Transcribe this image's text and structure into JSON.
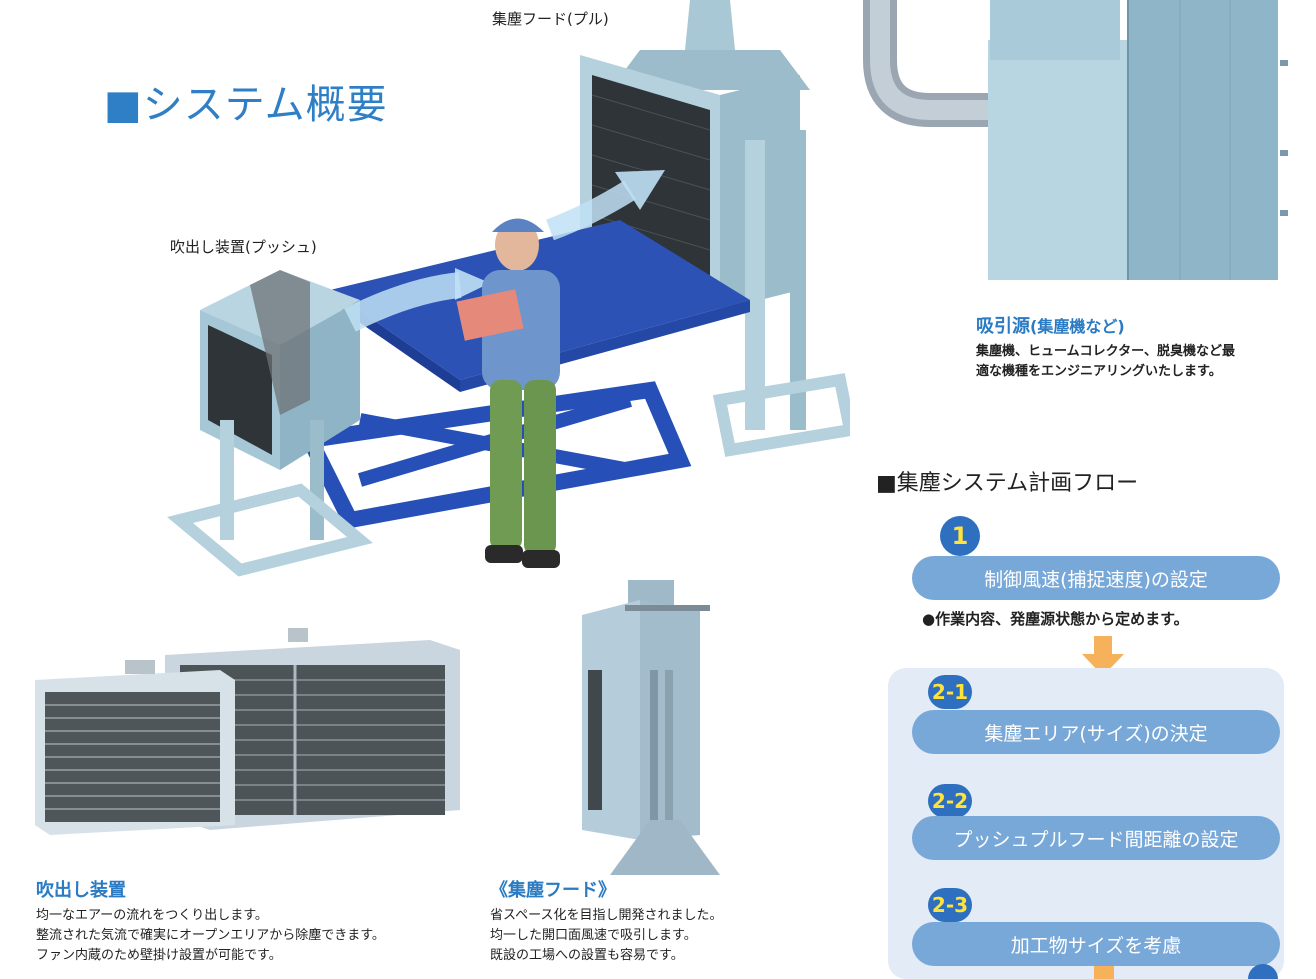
{
  "page": {
    "title": "■システム概要"
  },
  "illustration": {
    "hood_label": "集塵フード(プル)",
    "push_label": "吹出し装置(プッシュ)"
  },
  "source": {
    "title": "吸引源",
    "title_sub": "(集塵機など)",
    "lines": [
      "集塵機、ヒュームコレクター、脱臭機など最",
      "適な機種をエンジニアリングいたします。"
    ]
  },
  "push_unit": {
    "title": "吹出し装置",
    "lines": [
      "均一なエアーの流れをつくり出します。",
      "整流された気流で確実にオープンエリアから除塵できます。",
      "ファン内蔵のため壁掛け設置が可能です。"
    ]
  },
  "hood_unit": {
    "title": "《集塵フード》",
    "lines": [
      "省スペース化を目指し開発されました。",
      "均一した開口面風速で吸引します。",
      "既設の工場への設置も容易です。"
    ]
  },
  "flow": {
    "heading": "■集塵システム計画フロー",
    "step1": {
      "num": "1",
      "label": "制御風速(捕捉速度)の設定",
      "note": "●作業内容、発塵源状態から定めます。"
    },
    "step2_1": {
      "num": "2-1",
      "label": "集塵エリア(サイズ)の決定"
    },
    "step2_2": {
      "num": "2-2",
      "label": "プッシュプルフード間距離の設定"
    },
    "step2_3": {
      "num": "2-3",
      "label": "加工物サイズを考慮"
    }
  },
  "colors": {
    "accent": "#2f7fc6",
    "pill": "#78a8d8",
    "number_badge": "#2f6fc0",
    "number_text": "#ffe23a",
    "flow_arrow": "#f5b25a",
    "panel": "#e3ebf6"
  }
}
